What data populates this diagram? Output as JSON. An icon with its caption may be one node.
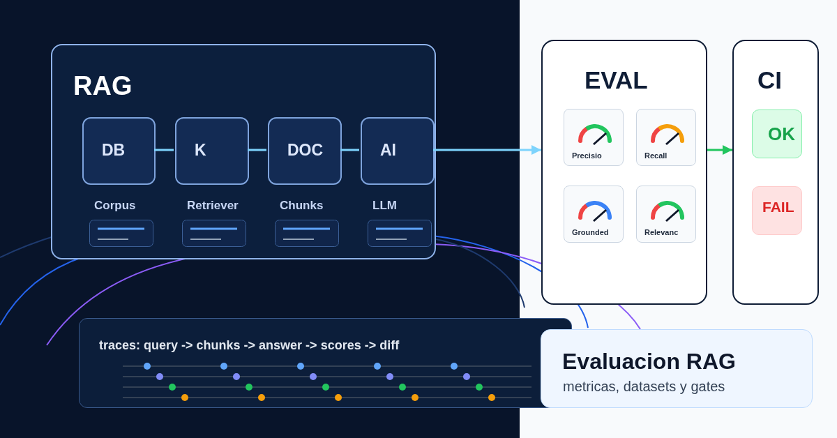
{
  "diagram": {
    "nodes": [
      {
        "text": [
          "RAG"
        ]
      },
      {
        "text": [
          "DB"
        ],
        "in": 0,
        "beside": [
          "Corpus"
        ]
      },
      {
        "text": [
          "K"
        ],
        "in": 0,
        "beside": [
          "Retriever"
        ]
      },
      {
        "text": [
          "DOC"
        ],
        "in": 0,
        "beside": [
          "Chunks"
        ]
      },
      {
        "text": [
          "AI"
        ],
        "in": 0,
        "beside": [
          "LLM"
        ]
      },
      {
        "text": [
          "EVAL"
        ]
      },
      {
        "text": [
          "Precisio"
        ],
        "in": 5
      },
      {
        "text": [
          "Recall"
        ],
        "in": 5
      },
      {
        "text": [
          "Grounded"
        ],
        "in": 5
      },
      {
        "text": [
          "Relevanc"
        ],
        "in": 5
      },
      {
        "text": [
          "CI"
        ]
      },
      {
        "text": [
          "OK"
        ],
        "in": 10
      },
      {
        "text": [
          "FAIL"
        ],
        "in": 10
      },
      {
        "text": [
          "traces: query -> chunks -> answer -> scores -> diff"
        ]
      },
      {
        "text": [
          "Evaluacion RAG",
          "metricas, datasets y gates"
        ]
      }
    ],
    "edges": [
      {
        "from": 1,
        "to": 2,
        "arrow": "none"
      },
      {
        "from": 2,
        "to": 3,
        "arrow": "none"
      },
      {
        "from": 3,
        "to": 4,
        "arrow": "none"
      },
      {
        "from": 4,
        "to": 5,
        "arrow": "to"
      },
      {
        "from": 5,
        "to": 10,
        "arrow": "to",
        "color": "#22c55e"
      }
    ]
  }
}
